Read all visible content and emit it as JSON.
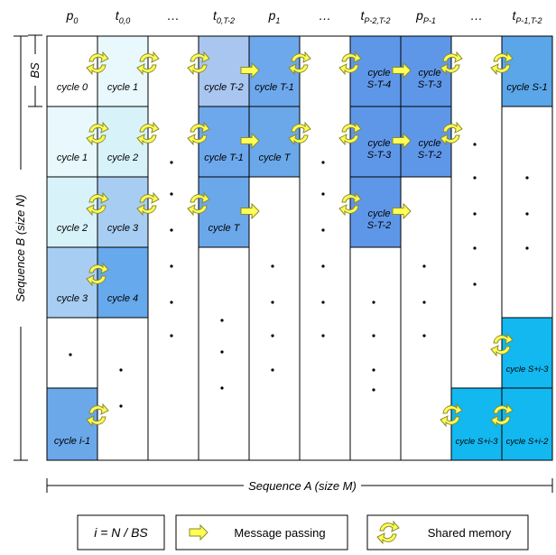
{
  "columns": [
    "p0",
    "t0,0",
    "…",
    "t0,T-2",
    "p1",
    "…",
    "tP-2,T-2",
    "pP-1",
    "…",
    "tP-1,T-2"
  ],
  "axis_a_label": "Sequence A (size M)",
  "axis_b_label": "Sequence B (size N)",
  "bs_label": "BS",
  "cycles": [
    {
      "label": "cycle 0",
      "col": 0,
      "row": 0,
      "color": "#ffffff"
    },
    {
      "label": "cycle 1",
      "col": 1,
      "row": 0,
      "color": "#e8f8fc"
    },
    {
      "label": "cycle T-2",
      "col": 3,
      "row": 0,
      "color": "#a9c6f0"
    },
    {
      "label": "cycle T-1",
      "col": 4,
      "row": 0,
      "color": "#6ea8ec"
    },
    {
      "label": "cycle S-T-4",
      "col": 6,
      "row": 0,
      "color": "#5f97e8"
    },
    {
      "label": "cycle S-T-3",
      "col": 7,
      "row": 0,
      "color": "#5f97e8"
    },
    {
      "label": "cycle S-1",
      "col": 9,
      "row": 0,
      "color": "#5aa6e8"
    },
    {
      "label": "cycle 1",
      "col": 0,
      "row": 1,
      "color": "#e8f8fc"
    },
    {
      "label": "cycle 2",
      "col": 1,
      "row": 1,
      "color": "#d7f2f9"
    },
    {
      "label": "cycle T-1",
      "col": 3,
      "row": 1,
      "color": "#6ea8ec"
    },
    {
      "label": "cycle T",
      "col": 4,
      "row": 1,
      "color": "#6aa8ea"
    },
    {
      "label": "cycle S-T-3",
      "col": 6,
      "row": 1,
      "color": "#5f97e8"
    },
    {
      "label": "cycle S-T-2",
      "col": 7,
      "row": 1,
      "color": "#5f97e8"
    },
    {
      "label": "cycle 2",
      "col": 0,
      "row": 2,
      "color": "#d7f2f9"
    },
    {
      "label": "cycle 3",
      "col": 1,
      "row": 2,
      "color": "#a8cdf2"
    },
    {
      "label": "cycle T",
      "col": 3,
      "row": 2,
      "color": "#6aa8ea"
    },
    {
      "label": "cycle S-T-2",
      "col": 6,
      "row": 2,
      "color": "#5f97e8"
    },
    {
      "label": "cycle 3",
      "col": 0,
      "row": 3,
      "color": "#a8cdf2"
    },
    {
      "label": "cycle 4",
      "col": 1,
      "row": 3,
      "color": "#66a9ec"
    },
    {
      "label": "cycle S+i-3",
      "col": 9,
      "row": 4,
      "color": "#12b8ef"
    },
    {
      "label": "cycle i-1",
      "col": 0,
      "row": 5,
      "color": "#6aa8ea"
    },
    {
      "label": "cycle S+i-3",
      "col": 8,
      "row": 5,
      "color": "#12b8ef"
    },
    {
      "label": "cycle S+i-2",
      "col": 9,
      "row": 5,
      "color": "#12b8ef"
    }
  ],
  "legend": {
    "formula": "i = N / BS",
    "message_passing": "Message passing",
    "shared_memory": "Shared memory"
  },
  "colors": {
    "arrow_fill": "#ffff55",
    "arrow_stroke": "#8a8a2a",
    "grid_line": "#000000"
  }
}
